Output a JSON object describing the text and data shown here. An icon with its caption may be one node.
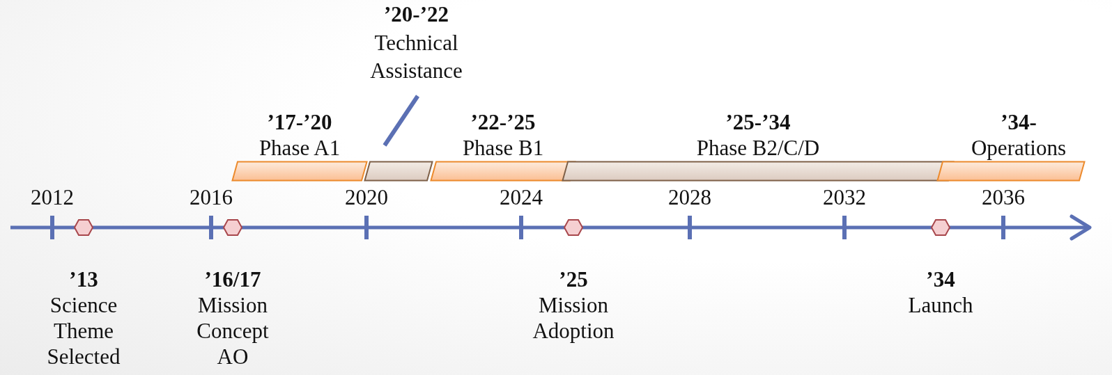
{
  "diagram": {
    "nodes": [
      {
        "text": [
          "’20-’22",
          "Technical Assistance"
        ]
      },
      {
        "text": [
          "’17-’20",
          "Phase A1"
        ]
      },
      {
        "text": [],
        "shape": "bar"
      },
      {
        "text": [
          "’22-’25",
          "Phase B1"
        ]
      },
      {
        "text": [
          "’25-’34",
          "Phase B2/C/D"
        ]
      },
      {
        "text": [
          "’34-",
          "Operations"
        ]
      },
      {
        "text": [
          "’13",
          "Science Theme Selected"
        ]
      },
      {
        "text": [
          "’16/17",
          "Mission Concept AO"
        ]
      },
      {
        "text": [
          "’25",
          "Mission Adoption"
        ]
      },
      {
        "text": [
          "’34",
          "Launch"
        ]
      }
    ],
    "edges": [
      {
        "from": 0,
        "to": 2,
        "arrow": "none"
      }
    ],
    "labels": [
      "2012",
      "2016",
      "2020",
      "2024",
      "2028",
      "2032",
      "2036"
    ]
  }
}
